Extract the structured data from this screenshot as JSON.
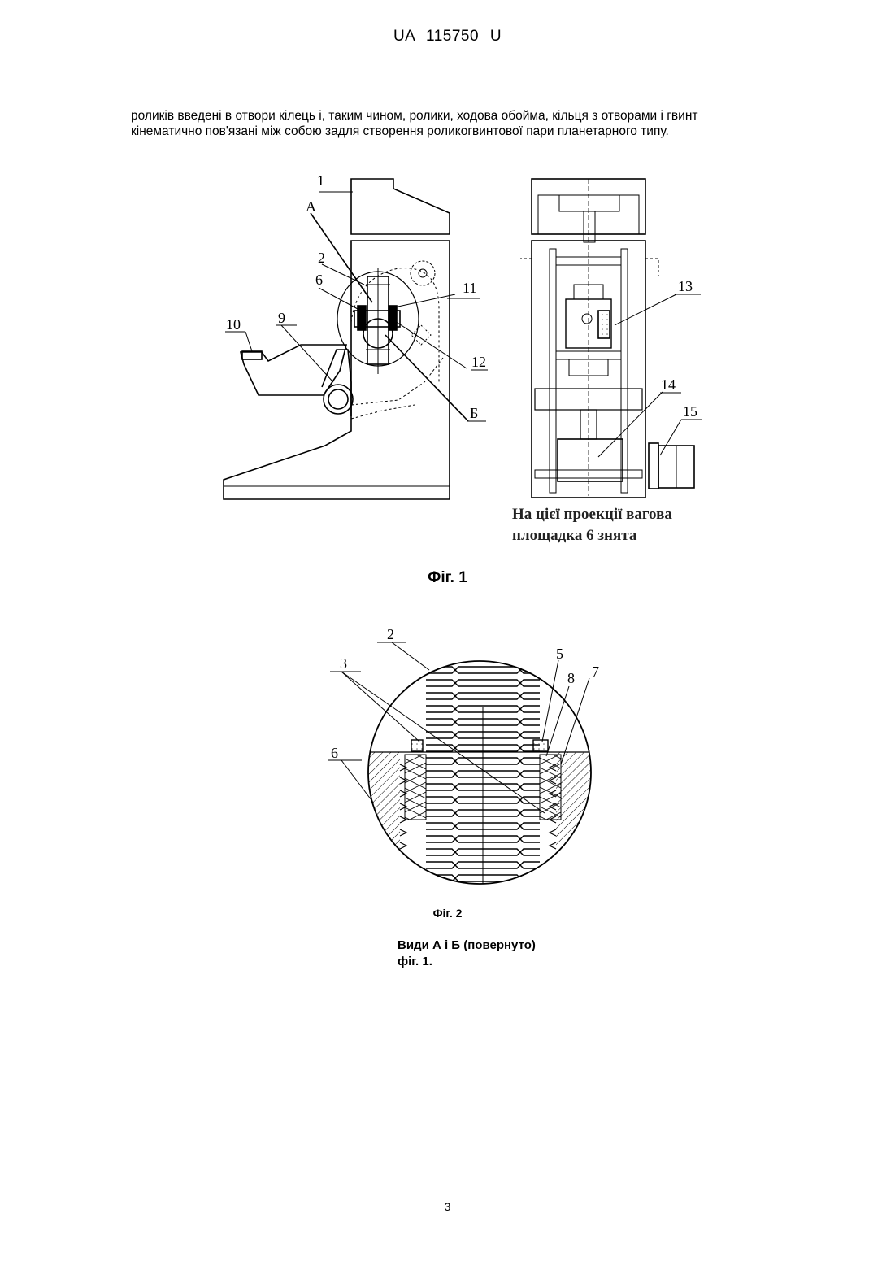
{
  "header": {
    "doc_number": "UA   115750   U"
  },
  "body_text": [
    "роликів введені в отвори кілець і, таким чином, ролики, ходова обойма, кільця з отворами і гвинт",
    "кінематично пов'язані між собою задля створення роликогвинтової пари планетарного типу."
  ],
  "figure1": {
    "labels": {
      "l1": "1",
      "lA": "А",
      "l2": "2",
      "l6": "6",
      "l11": "11",
      "l10": "10",
      "l9": "9",
      "l12": "12",
      "lB": "Б",
      "l13": "13",
      "l14": "14",
      "l15": "15"
    },
    "note_line1": "На цієї проекції вагова",
    "note_line2": "площадка 6 знята",
    "caption": "Фіг. 1"
  },
  "figure2": {
    "labels": {
      "l2": "2",
      "l3": "3",
      "l5": "5",
      "l8": "8",
      "l7": "7",
      "l6": "6"
    },
    "caption": "Фіг. 2"
  },
  "views_caption": {
    "line1": "Види А і Б (повернуто)",
    "line2": "фіг. 1."
  },
  "page_number": "3"
}
